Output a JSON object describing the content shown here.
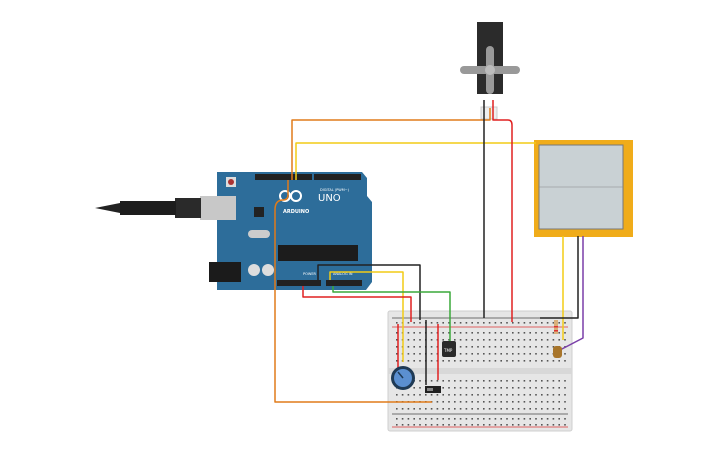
{
  "arduino": {
    "brand": "ARDUINO",
    "model": "UNO",
    "digital_label": "DIGITAL (PWM~)",
    "power_label": "POWER",
    "analog_label": "ANALOG IN"
  },
  "sensor": {
    "label": "TMP"
  },
  "colors": {
    "board": "#2d6d9a",
    "breadboard": "#e8e8e8",
    "scope_frame": "#f0ac1a",
    "scope_screen": "#c9d1d4",
    "servo": "#2b2b2b",
    "wire_orange": "#e07b1a",
    "wire_yellow": "#f2cc16",
    "wire_red": "#e02020",
    "wire_black": "#222222",
    "wire_green": "#3aa83a",
    "wire_purple": "#7a3fa8",
    "pot_knob": "#5b8fd0"
  }
}
